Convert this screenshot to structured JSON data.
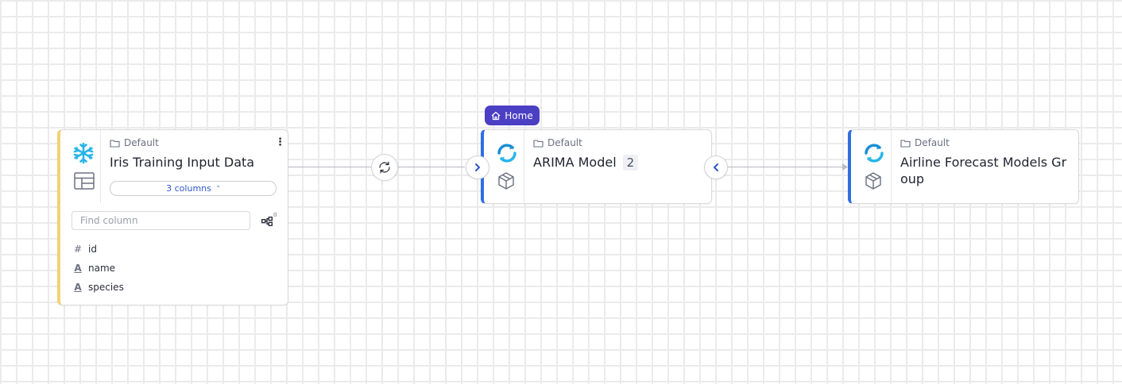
{
  "nodes": {
    "dataset": {
      "folder": "Default",
      "title": "Iris Training Input Data",
      "columns_toggle": "3 columns",
      "find_placeholder": "Find column",
      "lineage_count": "0",
      "columns": [
        {
          "type_icon": "#",
          "name": "id"
        },
        {
          "type_icon": "A",
          "name": "name"
        },
        {
          "type_icon": "A",
          "name": "species"
        }
      ],
      "accent_color": "#f2d277",
      "source_icon": "snowflake-icon",
      "kind_icon": "table-icon"
    },
    "arima": {
      "badge": "Home",
      "folder": "Default",
      "title": "ARIMA Model",
      "count": "2",
      "accent_color": "#2f6fe4",
      "status_icon": "sync-icon",
      "kind_icon": "cube-icon"
    },
    "airline": {
      "folder": "Default",
      "title_line1": "Airline Forecast Models Gr",
      "title_line2": "oup",
      "accent_color": "#2f6fe4",
      "status_icon": "sync-icon",
      "kind_icon": "cube-icon"
    }
  },
  "colors": {
    "badge": "#4b3fc4",
    "link": "#2f56c9",
    "grid": "#ebebeb"
  }
}
